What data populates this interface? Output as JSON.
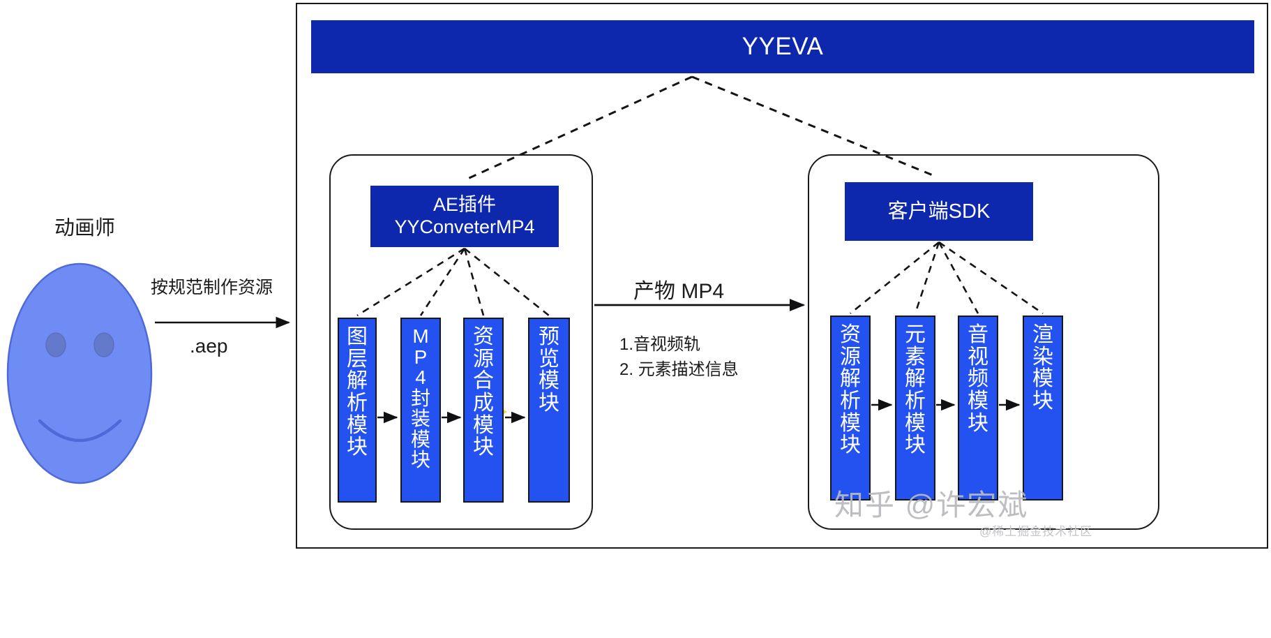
{
  "diagram": {
    "title": "YYEVA",
    "banner_color": "#0d28ad",
    "module_color": "#2352f0",
    "frame_color": "#1a1a1a"
  },
  "actor": {
    "label": "动画师",
    "avatar_icon": "smiley-face-icon",
    "avatar_color": "#6f8cf5"
  },
  "flow_left": {
    "edge_label_top": "按规范制作资源",
    "edge_label_bottom": ".aep"
  },
  "flow_middle": {
    "edge_label_top": "产物 MP4",
    "notes": [
      "1.音视频轨",
      "2. 元素描述信息"
    ]
  },
  "left_group": {
    "header": {
      "line1": "AE插件",
      "line2": "YYConveterMP4"
    },
    "modules": [
      {
        "text": "图层解析模块",
        "chars": [
          "图",
          "层",
          "解",
          "析",
          "模",
          "块"
        ],
        "latin": false
      },
      {
        "text": "MP4封装模块",
        "chars": [
          "M",
          "P",
          "4",
          "封",
          "装",
          "模",
          "块"
        ],
        "latin": true
      },
      {
        "text": "资源合成模块",
        "chars": [
          "资",
          "源",
          "合",
          "成",
          "模",
          "块"
        ],
        "latin": false
      },
      {
        "text": "预览模块",
        "chars": [
          "预",
          "览",
          "模",
          "块"
        ],
        "latin": false
      }
    ]
  },
  "right_group": {
    "header": {
      "line1": "客户端SDK",
      "line2": ""
    },
    "modules": [
      {
        "text": "资源解析模块",
        "chars": [
          "资",
          "源",
          "解",
          "析",
          "模",
          "块"
        ],
        "latin": false
      },
      {
        "text": "元素解析模块",
        "chars": [
          "元",
          "素",
          "解",
          "析",
          "模",
          "块"
        ],
        "latin": false
      },
      {
        "text": "音视频模块",
        "chars": [
          "音",
          "视",
          "频",
          "模",
          "块"
        ],
        "latin": false
      },
      {
        "text": "渲染模块",
        "chars": [
          "渲",
          "染",
          "模",
          "块"
        ],
        "latin": false
      }
    ]
  },
  "watermark": {
    "main": "知乎 @许宏斌",
    "sub": "@稀土掘金技术社区"
  }
}
